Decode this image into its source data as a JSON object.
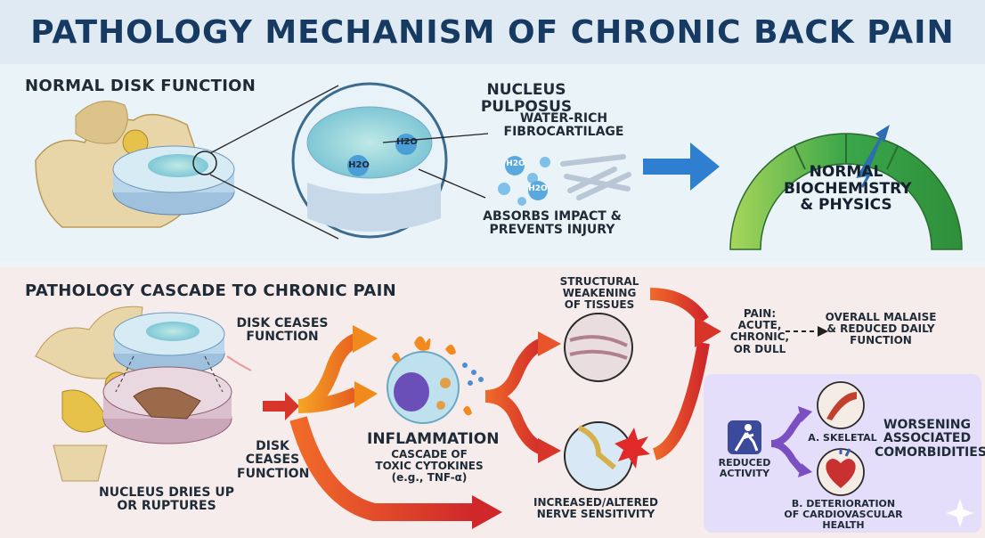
{
  "title": "PATHOLOGY MECHANISM OF CHRONIC BACK PAIN",
  "normal": {
    "heading": "NORMAL DISK FUNCTION",
    "nucleus_title": "NUCLEUS PULPOSUS",
    "water_rich": "WATER-RICH\nFIBROCARTILAGE",
    "absorbs": "ABSORBS IMPACT &\nPREVENTS INJURY",
    "h2o": "H2O",
    "gauge_label": "NORMAL\nBIOCHEMISTRY\n& PHYSICS"
  },
  "cascade": {
    "heading": "PATHOLOGY CASCADE TO CHRONIC PAIN",
    "disk_ceases_1": "DISK CEASES\nFUNCTION",
    "disk_ceases_2": "DISK\nCEASES\nFUNCTION",
    "nucleus_dries": "NUCLEUS DRIES UP\nOR RUPTURES",
    "inflammation_title": "INFLAMMATION",
    "inflammation_desc": "CASCADE OF\nTOXIC CYTOKINES\n(e.g., TNF-α)",
    "structural": "STRUCTURAL\nWEAKENING\nOF TISSUES",
    "nerve": "INCREASED/ALTERED\nNERVE SENSITIVITY",
    "pain": "PAIN:\nACUTE,\nCHRONIC,\nOR DULL",
    "malaise": "OVERALL MALAISE\n& REDUCED DAILY\nFUNCTION"
  },
  "comorbidities": {
    "reduced_activity": "REDUCED\nACTIVITY",
    "skeletal": "A. SKELETAL",
    "cardio": "B. DETERIORATION\nOF CARDIOVASCULAR\nHEALTH",
    "worsening": "WORSENING\nASSOCIATED\nCOMORBIDITIES"
  },
  "colors": {
    "title": "#173a63",
    "arrow_blue": "#2f7fd0",
    "arrow_orange": "#f08a1c",
    "arrow_red": "#d8342a",
    "gauge_green": "#3aa64a",
    "comorb_purple": "#7b4fc2"
  }
}
